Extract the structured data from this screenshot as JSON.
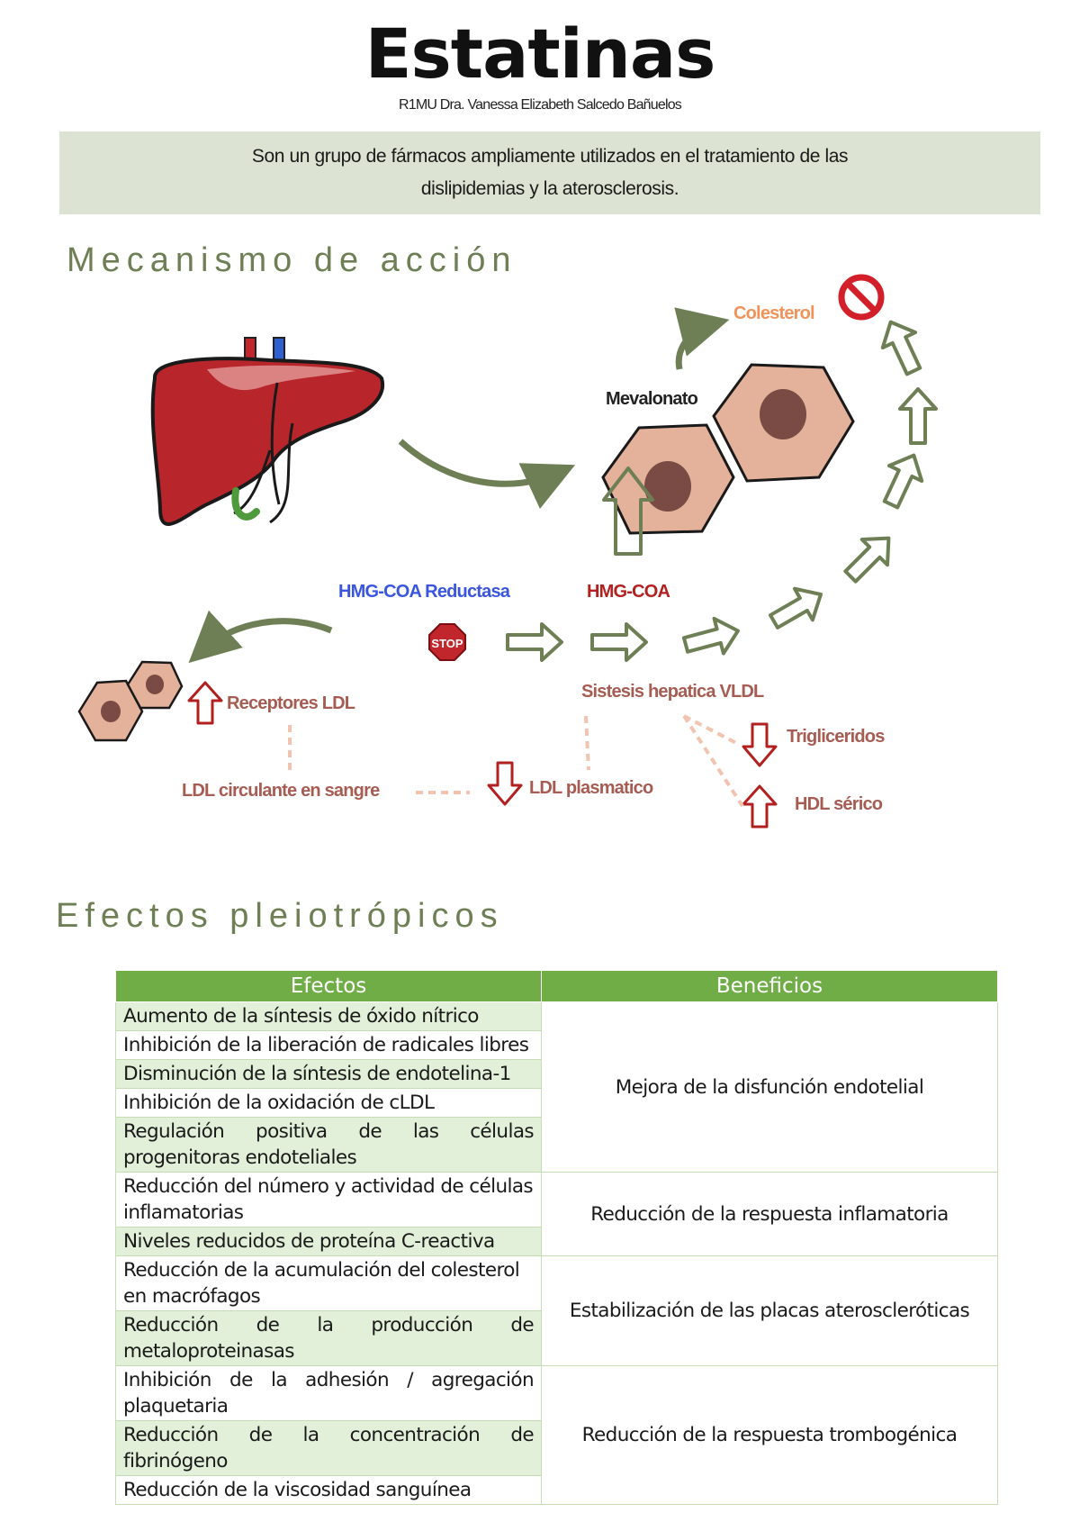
{
  "header": {
    "title": "Estatinas",
    "subtitle": "R1MU Dra. Vanessa Elizabeth Salcedo Bañuelos"
  },
  "intro": {
    "text": "Son un grupo de fármacos ampliamente utilizados en el tratamiento de las dislipidemias y la aterosclerosis."
  },
  "mechanism": {
    "section_title": "Mecanismo de acción",
    "labels": {
      "colesterol": "Colesterol",
      "mevalonato": "Mevalonato",
      "hmg_coa_reductasa": "HMG-COA Reductasa",
      "hmg_coa": "HMG-COA",
      "stop": "STOP",
      "receptores_ldl": "Receptores LDL",
      "sintesis_vldl": "Sistesis hepatica VLDL",
      "trigliceridos": "Trigliceridos",
      "hdl_serico": "HDL sérico",
      "ldl_circulante": "LDL circulante en sangre",
      "ldl_plasmatico": "LDL plasmatico"
    },
    "colors": {
      "arrow_green": "#6f7f55",
      "liver": "#b8262b",
      "cell": "#e4b19a",
      "nucleus": "#7a4a44",
      "down_arrow": "#b32020",
      "dashed": "#f0c4b0"
    }
  },
  "pleiotropic": {
    "section_title": "Efectos pleiotrópicos",
    "columns": [
      "Efectos",
      "Beneficios"
    ],
    "groups": [
      {
        "benefit": "Mejora de la disfunción endotelial",
        "effects": [
          "Aumento de la síntesis de óxido nítrico",
          "Inhibición de la liberación de radicales libres",
          "Disminución de la síntesis de endotelina-1",
          "Inhibición de la oxidación de cLDL",
          "Regulación positiva de las células progenitoras endoteliales"
        ]
      },
      {
        "benefit": "Reducción de la respuesta inflamatoria",
        "effects": [
          "Reducción del número y actividad de células inflamatorias",
          "Niveles reducidos de proteína C-reactiva"
        ]
      },
      {
        "benefit": "Estabilización de las placas ateroscleróticas",
        "effects": [
          "Reducción de la acumulación del colesterol en macrófagos",
          "Reducción de la producción de metaloproteinasas"
        ]
      },
      {
        "benefit": "Reducción de la respuesta trombogénica",
        "effects": [
          "Inhibición de la adhesión / agregación plaquetaria",
          "Reducción de la concentración de fibrinógeno",
          "Reducción de la viscosidad sanguínea"
        ]
      }
    ]
  }
}
